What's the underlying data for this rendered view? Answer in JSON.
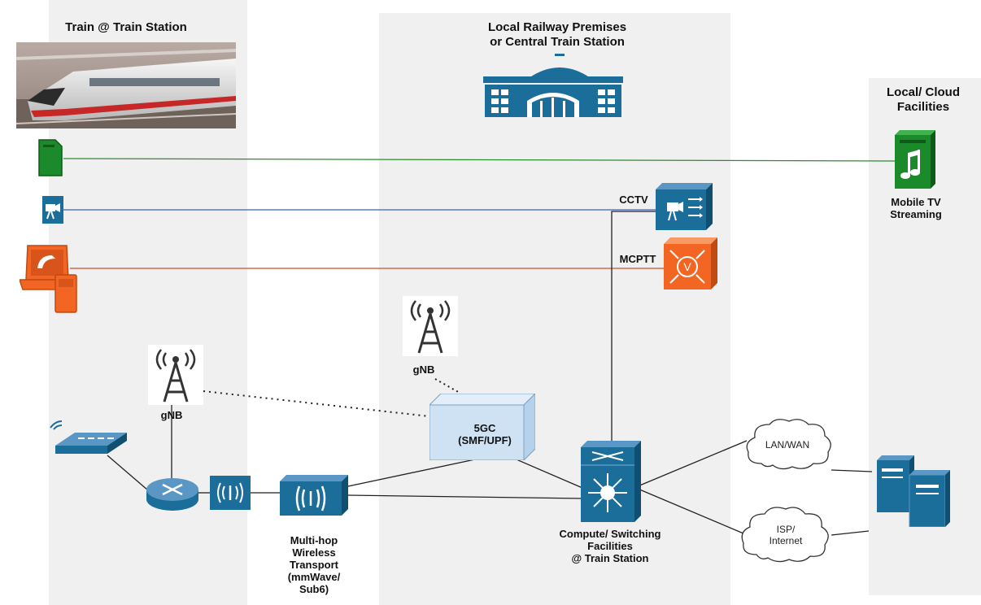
{
  "sections": {
    "train": {
      "title": "Train @ Train Station"
    },
    "station": {
      "title_line1": "Local Railway Premises",
      "title_line2": "or Central Train Station"
    },
    "cloud": {
      "title_line1": "Local/ Cloud",
      "title_line2": "Facilities"
    }
  },
  "labels": {
    "cctv": "CCTV",
    "mcptt": "MCPTT",
    "mobile_tv_line1": "Mobile TV",
    "mobile_tv_line2": "Streaming",
    "gnb_train": "gNB",
    "gnb_station": "gNB",
    "core_line1": "5GC",
    "core_line2": "(SMF/UPF)",
    "compute_line1": "Compute/ Switching",
    "compute_line2": "Facilities",
    "compute_line3": "@ Train Station",
    "transport_line1": "Multi-hop",
    "transport_line2": "Wireless",
    "transport_line3": "Transport",
    "transport_line4": "(mmWave/",
    "transport_line5": "Sub6)",
    "lan_wan": "LAN/WAN",
    "isp_line1": "ISP/",
    "isp_line2": "Internet"
  },
  "colors": {
    "panel": "#f0f0f0",
    "cisco_blue": "#1b6d9a",
    "mobile_tv_link": "#2e8b2e",
    "cctv_link": "#3a5fc8",
    "mcptt_link": "#c8502a",
    "mcptt_orange": "#f26522",
    "core_box": "#cfe2f3",
    "server_green": "#1a8a2a"
  },
  "icons": {
    "train_photo": "high-speed-train-photo",
    "station": "train-station-building-icon",
    "sd_card": "sd-card-icon",
    "camera": "cctv-camera-icon",
    "mcptt_terminal": "mcptt-terminal-icon",
    "gnb": "cell-tower-icon",
    "access_point": "wireless-access-point-icon",
    "router": "router-icon",
    "radio": "radio-bridge-icon",
    "core": "5gc-cube-icon",
    "switch": "multilayer-switch-icon",
    "cloud": "cloud-icon",
    "servers": "server-icon",
    "media_server": "media-server-icon"
  }
}
